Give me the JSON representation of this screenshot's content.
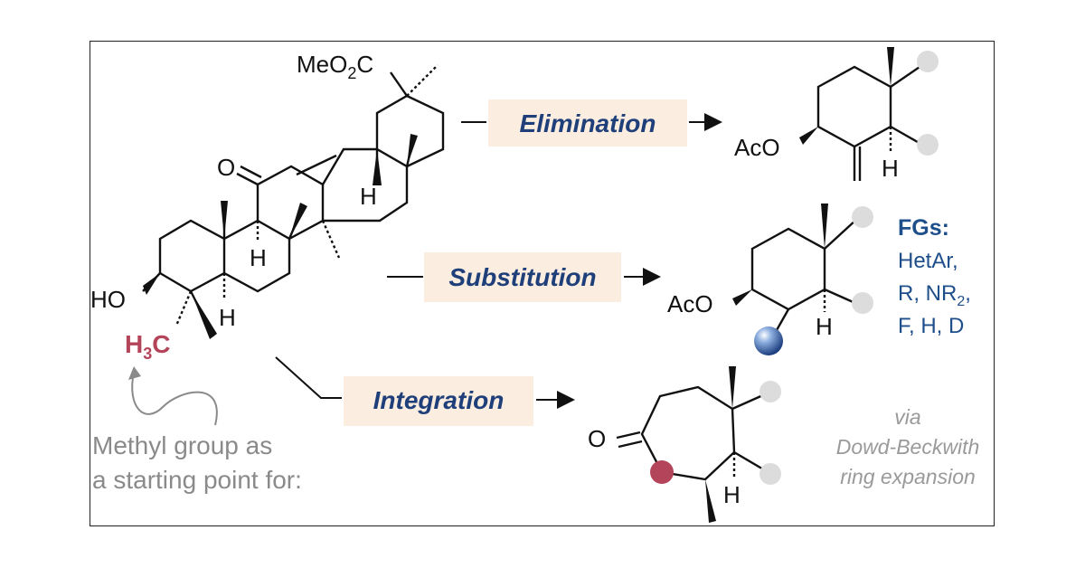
{
  "labels": {
    "elimination": "Elimination",
    "substitution": "Substitution",
    "integration": "Integration"
  },
  "atoms": {
    "meo2c_main": "MeO",
    "meo2c_sub": "2",
    "meo2c_tail": "C",
    "ketone_o": "O",
    "h_11": "H",
    "h_9": "H",
    "ho": "HO",
    "h_5": "H",
    "h3c_main": "H",
    "h3c_sub": "3",
    "h3c_tail": "C",
    "aco_1": "AcO",
    "h_elim": "H",
    "aco_2": "AcO",
    "h_sub": "H",
    "o_int": "O",
    "h_int": "H"
  },
  "fgs": {
    "title": "FGs:",
    "line1": "HetAr,",
    "line2_main": "R, NR",
    "line2_sub": "2",
    "line2_tail": ",",
    "line3": "F, H, D"
  },
  "caption": {
    "line1": "Methyl group as",
    "line2": "a starting point for:"
  },
  "via": {
    "line1": "via",
    "line2": "Dowd-Beckwith",
    "line3": "ring expansion"
  },
  "colors": {
    "label_blue": "#1f3f7a",
    "label_box": "#fbeee0",
    "methyl_red": "#b4445a",
    "placeholder_gray": "#dcdcdc",
    "caption_gray": "#8a8a8a"
  }
}
